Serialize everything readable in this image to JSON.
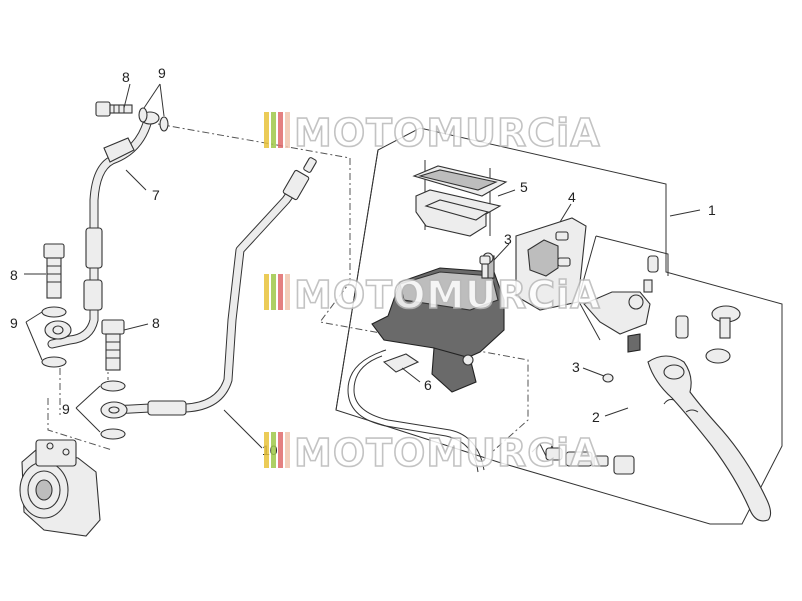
{
  "watermark": {
    "text": "MOTOMURCiA",
    "colors": [
      "#e8c33a",
      "#9fc84a",
      "#e06b6b",
      "#f1c7b0"
    ]
  },
  "callouts": {
    "c1": "1",
    "c2": "2",
    "c3a": "3",
    "c3b": "3",
    "c4": "4",
    "c5": "5",
    "c6": "6",
    "c7": "7",
    "c8a": "8",
    "c8b": "8",
    "c8c": "8",
    "c9a": "9",
    "c9b": "9",
    "c9c": "9",
    "c10": "10"
  }
}
